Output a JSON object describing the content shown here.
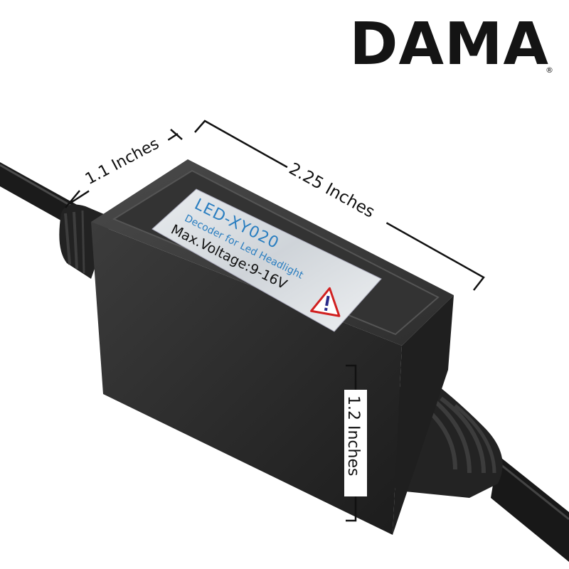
{
  "brand": {
    "name": "DAMA",
    "registered_mark": "®"
  },
  "product_label": {
    "model": "LED-XY020",
    "description": "Decoder for Led Headlight",
    "voltage": "Max.Voltage:9-16V",
    "warning_icon": "warning-triangle-icon"
  },
  "dimensions": {
    "width": "1.1 Inches",
    "length": "2.25 Inches",
    "height": "1.2 Inches"
  },
  "colors": {
    "background": "#ffffff",
    "housing": "#2b2b2b",
    "cable": "#1a1a1a",
    "label_text_blue": "#2a7ec0",
    "warning_red": "#d12020"
  }
}
